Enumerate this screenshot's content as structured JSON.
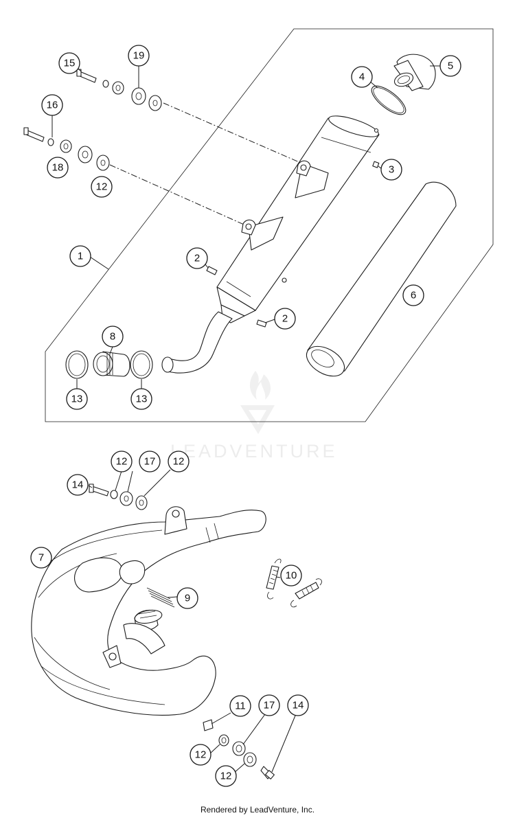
{
  "watermark": {
    "brand": "LEADVENTURE"
  },
  "callouts": [
    {
      "label": "1"
    },
    {
      "label": "2"
    },
    {
      "label": "2"
    },
    {
      "label": "3"
    },
    {
      "label": "4"
    },
    {
      "label": "5"
    },
    {
      "label": "6"
    },
    {
      "label": "7"
    },
    {
      "label": "8"
    },
    {
      "label": "9"
    },
    {
      "label": "10"
    },
    {
      "label": "11"
    },
    {
      "label": "12"
    },
    {
      "label": "12"
    },
    {
      "label": "12"
    },
    {
      "label": "12"
    },
    {
      "label": "12"
    },
    {
      "label": "13"
    },
    {
      "label": "13"
    },
    {
      "label": "14"
    },
    {
      "label": "14"
    },
    {
      "label": "15"
    },
    {
      "label": "16"
    },
    {
      "label": "17"
    },
    {
      "label": "17"
    },
    {
      "label": "18"
    },
    {
      "label": "19"
    }
  ],
  "footer": {
    "text": "Rendered by LeadVenture, Inc."
  }
}
